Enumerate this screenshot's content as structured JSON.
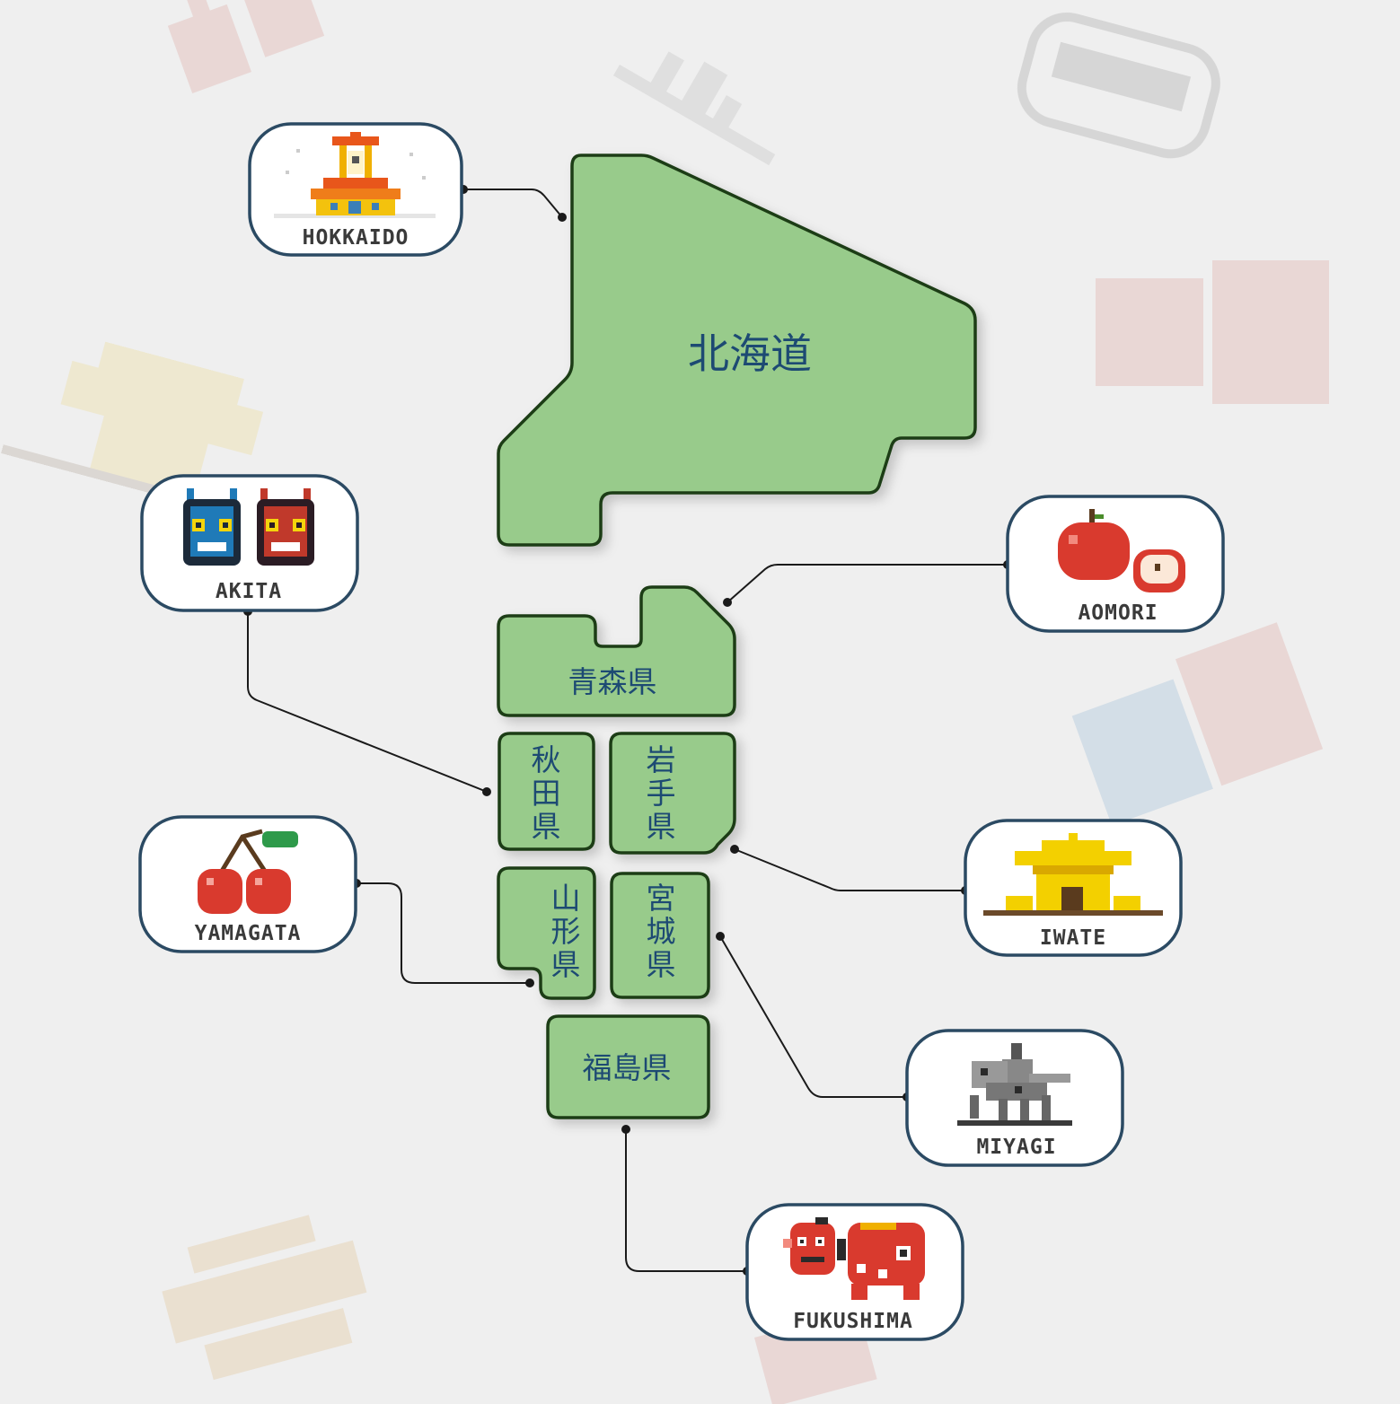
{
  "regions": {
    "hokkaido": "北海道",
    "aomori": "青森県",
    "akita": [
      "秋",
      "田",
      "県"
    ],
    "iwate": [
      "岩",
      "手",
      "県"
    ],
    "yamagata": [
      "山",
      "形",
      "県"
    ],
    "miyagi": [
      "宮",
      "城",
      "県"
    ],
    "fukushima": "福島県"
  },
  "cards": {
    "hokkaido": "HOKKAIDO",
    "akita": "AKITA",
    "aomori": "AOMORI",
    "iwate": "IWATE",
    "yamagata": "YAMAGATA",
    "miyagi": "MIYAGI",
    "fukushima": "FUKUSHIMA"
  },
  "colors": {
    "background": "#efefef",
    "region_fill": "#98cb8b",
    "region_stroke": "#1f3d14",
    "label_text": "#1d4a73",
    "card_border": "#2b4a63",
    "card_fill": "#ffffff",
    "connector": "#1a1a1a"
  },
  "icons": {
    "hokkaido": "snow-festival-tower-icon",
    "akita": "namahage-masks-icon",
    "aomori": "apple-icon",
    "iwate": "golden-hall-icon",
    "yamagata": "cherries-icon",
    "miyagi": "date-masamune-statue-icon",
    "fukushima": "akabeko-red-cow-icon"
  }
}
